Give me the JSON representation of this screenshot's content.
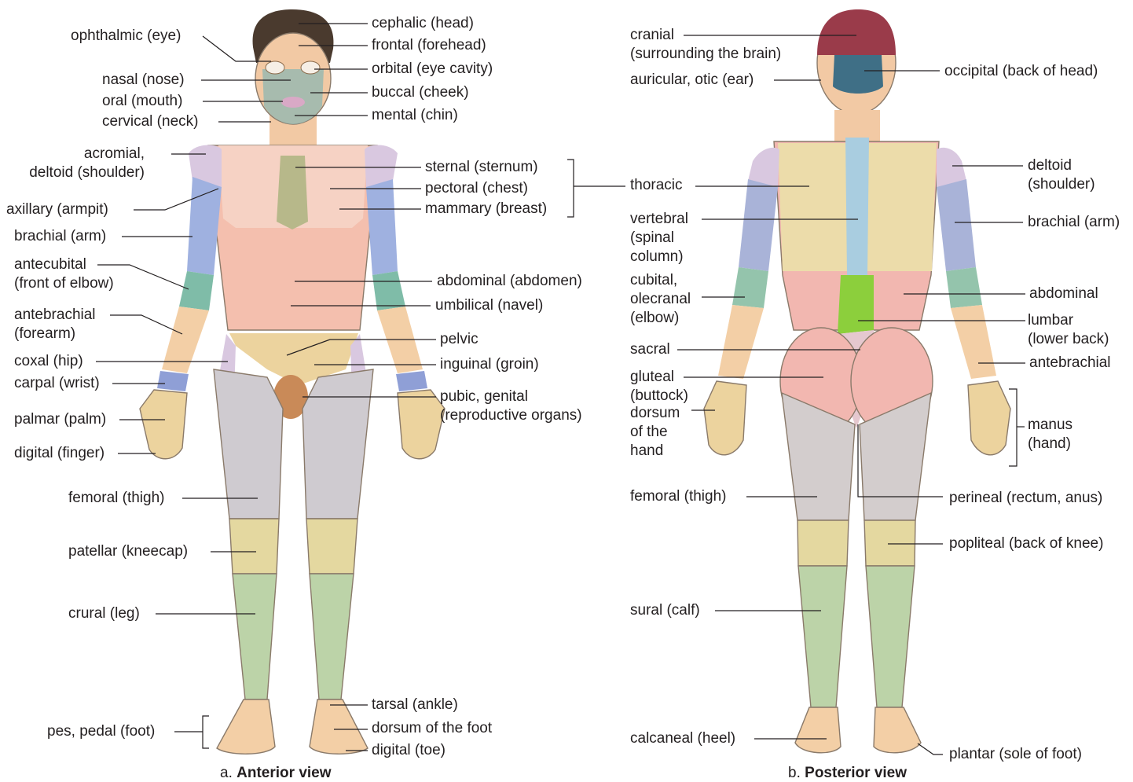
{
  "anterior": {
    "caption_prefix": "a.",
    "caption_bold": "Anterior view",
    "labels": {
      "cephalic": "cephalic (head)",
      "frontal": "frontal (forehead)",
      "orbital": "orbital (eye cavity)",
      "buccal": "buccal (cheek)",
      "mental": "mental (chin)",
      "ophthalmic": "ophthalmic (eye)",
      "nasal": "nasal (nose)",
      "oral": "oral (mouth)",
      "cervical": "cervical (neck)",
      "acromial": "acromial,\ndeltoid (shoulder)",
      "axillary": "axillary (armpit)",
      "brachial": "brachial (arm)",
      "antecubital": "antecubital\n(front of elbow)",
      "antebrachial": "antebrachial\n(forearm)",
      "coxal": "coxal (hip)",
      "carpal": "carpal (wrist)",
      "palmar": "palmar (palm)",
      "digital_finger": "digital (finger)",
      "femoral": "femoral (thigh)",
      "patellar": "patellar (kneecap)",
      "crural": "crural (leg)",
      "pes": "pes, pedal (foot)",
      "sternal": "sternal (sternum)",
      "pectoral": "pectoral (chest)",
      "mammary": "mammary (breast)",
      "thoracic": "thoracic",
      "abdominal": "abdominal (abdomen)",
      "umbilical": "umbilical (navel)",
      "pelvic": "pelvic",
      "inguinal": "inguinal (groin)",
      "pubic": "pubic, genital\n(reproductive organs)",
      "tarsal": "tarsal (ankle)",
      "dorsum_foot": "dorsum of the foot",
      "digital_toe": "digital (toe)"
    }
  },
  "posterior": {
    "caption_prefix": "b.",
    "caption_bold": "Posterior view",
    "labels": {
      "cranial": "cranial\n(surrounding the brain)",
      "auricular": "auricular, otic (ear)",
      "occipital": "occipital (back of head)",
      "deltoid": "deltoid\n(shoulder)",
      "brachial": "brachial (arm)",
      "vertebral": "vertebral\n(spinal\ncolumn)",
      "cubital": "cubital,\nolecranal\n(elbow)",
      "abdominal": "abdominal",
      "lumbar": "lumbar\n(lower back)",
      "sacral": "sacral",
      "antebrachial": "antebrachial",
      "gluteal": "gluteal\n(buttock)",
      "dorsum_hand": "dorsum\nof the\nhand",
      "manus": "manus\n(hand)",
      "femoral": "femoral (thigh)",
      "perineal": "perineal (rectum, anus)",
      "popliteal": "popliteal (back of knee)",
      "sural": "sural (calf)",
      "calcaneal": "calcaneal (heel)",
      "plantar": "plantar (sole of foot)"
    }
  },
  "region_colors": {
    "skin": "#f2c9a4",
    "head_region": "#9ab9b0",
    "shoulder": "#d9c8e0",
    "arm": "#9fb1e0",
    "elbow": "#7fbca8",
    "forearm": "#f3cfa6",
    "wrist": "#8f9fd6",
    "hand": "#ecd39e",
    "chest": "#f6d2c4",
    "abdomen": "#f4bfae",
    "thigh": "#cfcbd0",
    "knee": "#e4d8a0",
    "leg": "#bcd3a8",
    "cranial": "#9a3b4a",
    "occipital": "#3f6f86",
    "thoracic_back": "#ecdcaa",
    "vertebral": "#a9cde0",
    "lumbar": "#8ccf3c",
    "gluteal": "#f2b7b0",
    "foot": "#f3cfa6"
  }
}
